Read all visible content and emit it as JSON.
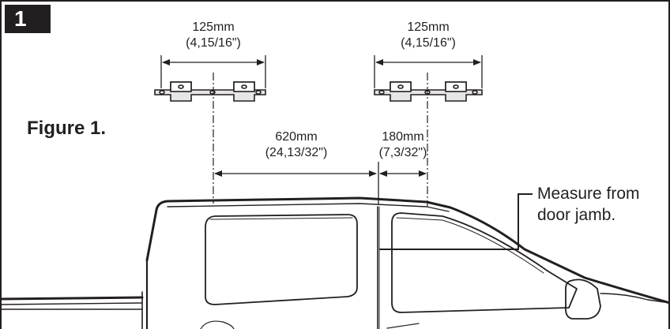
{
  "step": {
    "number": "1"
  },
  "figure": {
    "title": "Figure 1."
  },
  "dimensions": {
    "bracket_left": {
      "metric": "125mm",
      "imperial": "(4,15/16\")"
    },
    "bracket_right": {
      "metric": "125mm",
      "imperial": "(4,15/16\")"
    },
    "spacing_between": {
      "metric": "620mm",
      "imperial": "(24,13/32\")"
    },
    "from_jamb": {
      "metric": "180mm",
      "imperial": "(7,3/32\")"
    }
  },
  "callout": {
    "line1": "Measure from",
    "line2": "door jamb."
  },
  "colors": {
    "ink": "#231f20",
    "paper": "#ffffff"
  }
}
